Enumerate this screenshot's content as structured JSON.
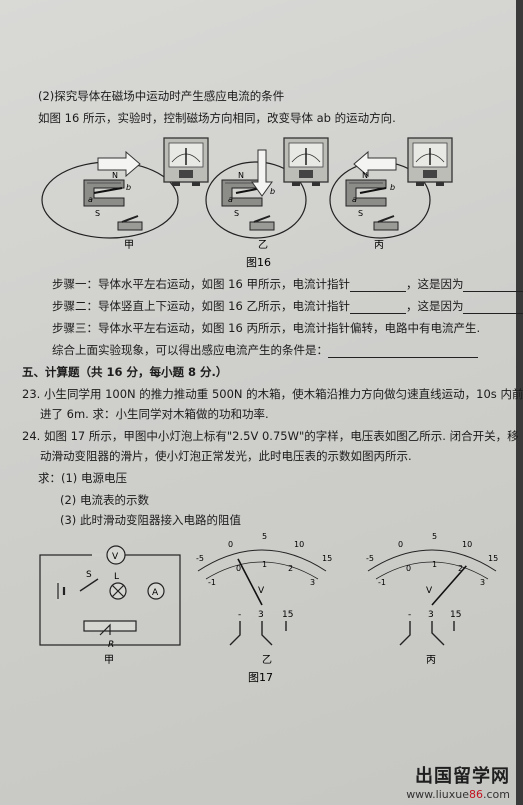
{
  "part2_title": "(2)探究导体在磁场中运动时产生感应电流的条件",
  "fig16_intro": "如图 16 所示，实验时，控制磁场方向相同，改变导体 ab 的运动方向.",
  "fig16_labels": [
    "甲",
    "乙",
    "丙"
  ],
  "fig16_caption": "图16",
  "fig16_letters": {
    "n": "N",
    "s": "S",
    "a": "a",
    "b": "b"
  },
  "steps": {
    "s1_pre": "步骤一：导体水平左右运动，如图 16 甲所示，电流计指针",
    "s1_mid": "，这是因为",
    "s2_pre": "步骤二：导体竖直上下运动，如图 16 乙所示，电流计指针",
    "s2_mid": "，这是因为",
    "s3": "步骤三：导体水平左右运动，如图 16 丙所示，电流计指针偏转，电路中有电流产生.",
    "summary": "综合上面实验现象，可以得出感应电流产生的条件是："
  },
  "section5": "五、计算题（共 16 分，每小题 8 分.）",
  "q23_l1": "23. 小生同学用 100N 的推力推动重 500N 的木箱，使木箱沿推力方向做匀速直线运动，10s 内前",
  "q23_l2": "进了 6m. 求：小生同学对木箱做的功和功率.",
  "q24_l1": "24. 如图 17 所示，甲图中小灯泡上标有\"2.5V 0.75W\"的字样，电压表如图乙所示. 闭合开关，移",
  "q24_l2": "动滑动变阻器的滑片，使小灯泡正常发光，此时电压表的示数如图丙所示.",
  "q24_ask": "求：(1) 电源电压",
  "q24_sub2": "(2) 电流表的示数",
  "q24_sub3": "(3) 此时滑动变阻器接入电路的阻值",
  "fig17": {
    "circuit": {
      "v": "V",
      "s": "S",
      "l": "L",
      "a": "A",
      "r": "R"
    },
    "labels": [
      "甲",
      "乙",
      "丙"
    ],
    "caption": "图17",
    "meter": {
      "outer_ticks": [
        "-5",
        "0",
        "5",
        "10",
        "15"
      ],
      "inner_ticks": [
        "-1",
        "0",
        "1",
        "2",
        "3"
      ],
      "unit": "V",
      "terminals": [
        "-",
        "3",
        "15"
      ]
    },
    "needle_b_value": 0,
    "needle_c_value": 2.5
  },
  "watermark": {
    "line1": "出国留学网",
    "prefix": "www.liuxue",
    "brand": "86",
    ".suffix": ".com",
    "suffix": ".com"
  }
}
